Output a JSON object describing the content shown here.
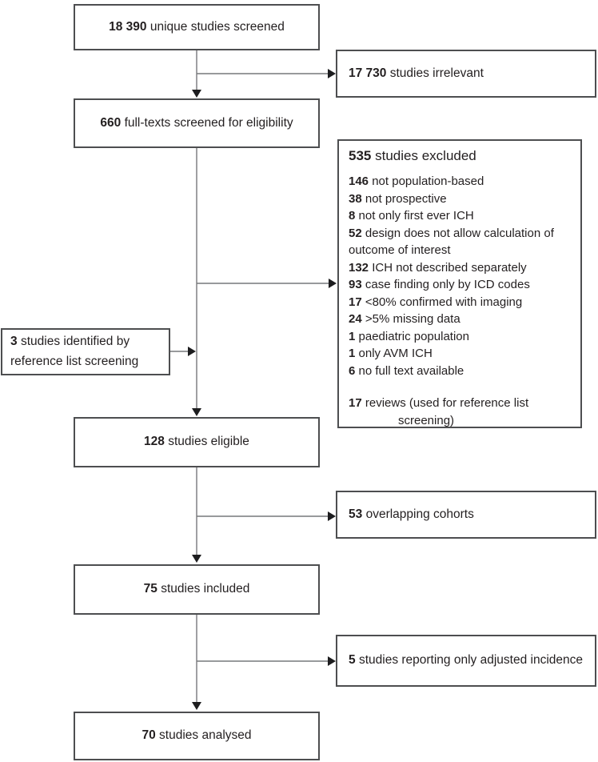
{
  "palette": {
    "box_border": "#4d4e50",
    "connector_line": "#77787b",
    "arrowhead": "#1d1d1f",
    "text": "#231f20",
    "background": "#ffffff"
  },
  "flow": {
    "screened": {
      "number": "18 390",
      "label": "unique studies screened"
    },
    "irrelevant": {
      "number": "17 730",
      "label": "studies irrelevant"
    },
    "fulltexts": {
      "number": "660",
      "label": "full-texts screened for eligibility"
    },
    "excluded": {
      "number": "535",
      "label": "studies excluded",
      "reasons": [
        {
          "number": "146",
          "label": "not population-based"
        },
        {
          "number": "38",
          "label": "not prospective"
        },
        {
          "number": "8",
          "label": "not only first ever ICH"
        },
        {
          "number": "52",
          "label": "design does not allow calculation of outcome of interest"
        },
        {
          "number": "132",
          "label": "ICH not described separately"
        },
        {
          "number": "93",
          "label": "case finding only by ICD codes"
        },
        {
          "number": "17",
          "label": "<80% confirmed with imaging"
        },
        {
          "number": "24",
          "label": ">5% missing data"
        },
        {
          "number": "1",
          "label": "paediatric population"
        },
        {
          "number": "1",
          "label": "only AVM ICH"
        },
        {
          "number": "6",
          "label": "no full text available"
        }
      ],
      "reviews": {
        "number": "17",
        "label": "reviews (used for reference list",
        "label_line2": "screening)"
      }
    },
    "reference": {
      "number": "3",
      "label": "studies identified by reference list screening"
    },
    "eligible": {
      "number": "128",
      "label": "studies eligible"
    },
    "overlap": {
      "number": "53",
      "label": "overlapping cohorts"
    },
    "included": {
      "number": "75",
      "label": "studies included"
    },
    "adjusted": {
      "number": "5",
      "label": "studies reporting only adjusted incidence"
    },
    "analysed": {
      "number": "70",
      "label": "studies analysed"
    }
  }
}
